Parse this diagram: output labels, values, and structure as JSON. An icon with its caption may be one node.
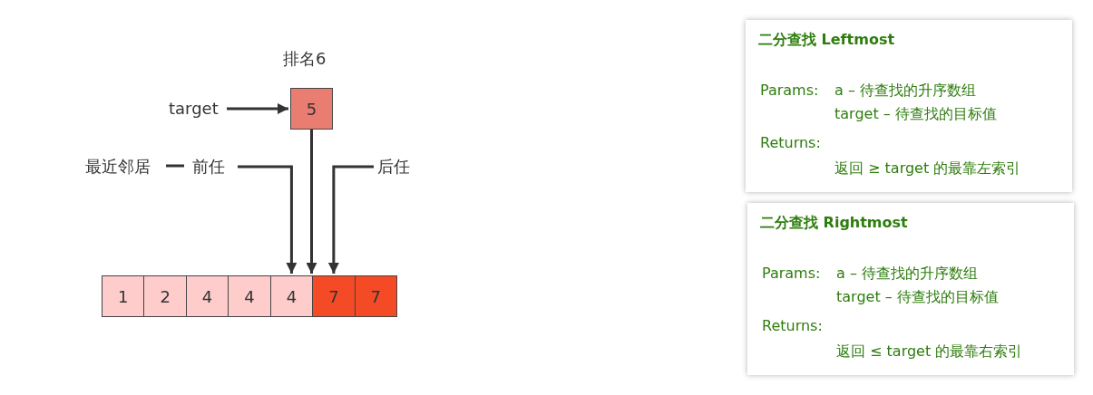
{
  "diagram": {
    "nodes": [
      {
        "text": [
          "target"
        ]
      },
      {
        "text": [
          "5"
        ],
        "beside": [
          "排名6"
        ]
      },
      {
        "text": [
          "前任"
        ]
      },
      {
        "text": [
          "后任"
        ]
      },
      {
        "text": [],
        "shape": "box"
      },
      {
        "text": [
          "1"
        ],
        "in": 4
      },
      {
        "text": [
          "2"
        ],
        "in": 4
      },
      {
        "text": [
          "4"
        ],
        "in": 4
      },
      {
        "text": [
          "4"
        ],
        "in": 4
      },
      {
        "text": [
          "4"
        ],
        "in": 4
      },
      {
        "text": [
          "7"
        ],
        "in": 4
      },
      {
        "text": [
          "7"
        ],
        "in": 4
      },
      {
        "text": [
          "二分查找 Leftmost",
          "Params:",
          "a – 待查找的升序数组",
          "target – 待查找的目标值",
          "Returns:",
          "返回 ≥ target 的最靠左索引"
        ]
      },
      {
        "text": [
          "二分查找 Rightmost",
          "Params:",
          "a – 待查找的升序数组",
          "target – 待查找的目标值",
          "Returns:",
          "返回 ≤ target 的最靠右索引"
        ]
      }
    ],
    "edges": [
      {
        "from": 0,
        "to": 1,
        "arrow": "to"
      },
      {
        "from": 2,
        "to": 9,
        "arrow": "to"
      },
      {
        "from": 1,
        "to": 4,
        "arrow": "to"
      },
      {
        "from": 3,
        "to": 10,
        "arrow": "to"
      }
    ],
    "labels": [
      "最近邻居"
    ]
  }
}
